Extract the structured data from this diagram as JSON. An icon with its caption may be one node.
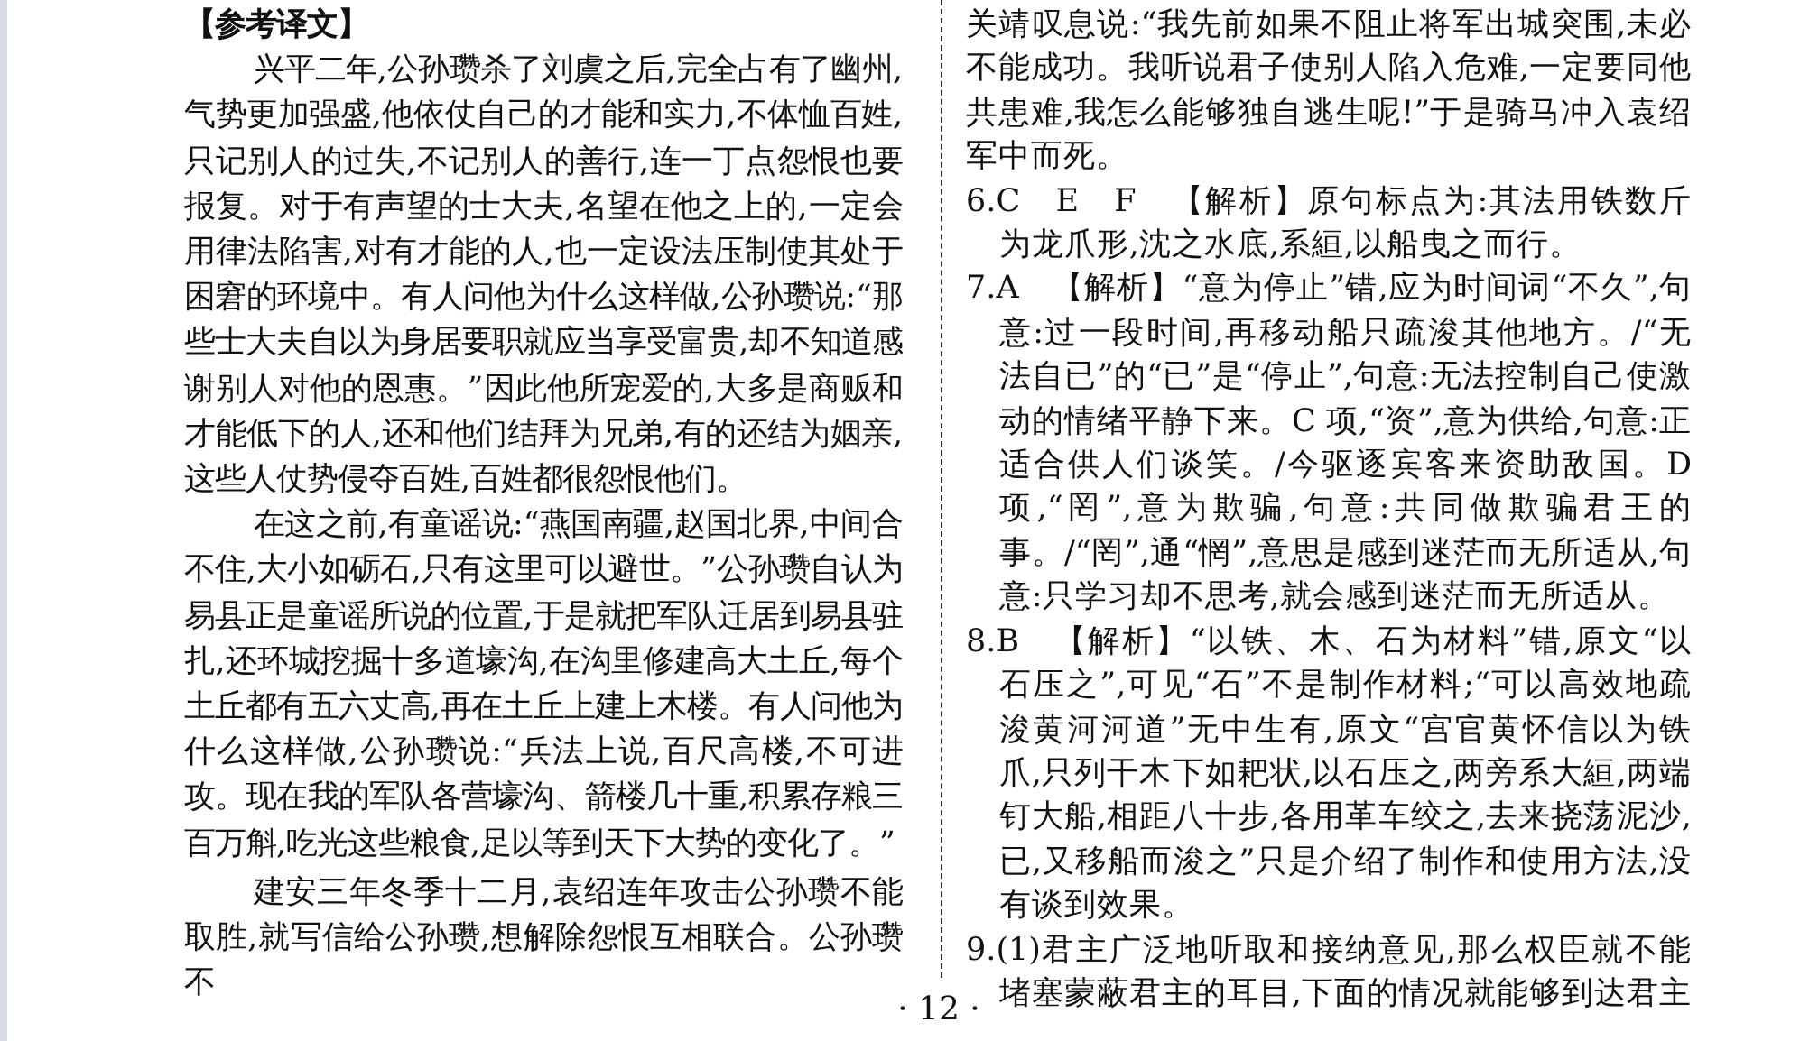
{
  "diagram": {
    "labels": [
      "【参考译文】",
      "兴平二年,公孙瓒杀了刘虞之后,完全占有了幽州,气势更加强盛,他依仗自己的才能和实力,不体恤百姓,只记别人的过失,不记别人的善行,连一丁点怨恨也要报复。对于有声望的士大夫,名望在他之上的,一定会用律法陷害,对有才能的人,也一定设法压制使其处于困窘的环境中。有人问他为什么这样做,公孙瓒说:“那些士大夫自以为身居要职就应当享受富贵,却不知道感谢别人对他的恩惠。”因此他所宠爱的,大多是商贩和才能低下的人,还和他们结拜为兄弟,有的还结为姻亲,这些人仗势侵夺百姓,百姓都很怨恨他们。",
      "在这之前,有童谣说:“燕国南疆,赵国北界,中间合不住,大小如砺石,只有这里可以避世。”公孙瓒自认为易县正是童谣所说的位置,于是就把军队迁居到易县驻扎,还环城挖掘十多道壕沟,在沟里修建高大土丘,每个土丘都有五六丈高,再在土丘上建上木楼。有人问他为什么这样做,公孙瓒说:“兵法上说,百尺高楼,不可进攻。现在我的军队各营壕沟、箭楼几十重,积累存粮三百万斛,吃光这些粮食,足以等到天下大势的变化了。”",
      "建安三年冬季十二月,袁绍连年攻击公孙瓒不能取胜,就写信给公孙瓒,想解除怨恨互相联合。公孙瓒不",
      "关靖叹息说:“我先前如果不阻止将军出城突围,未必不能成功。我听说君子使别人陷入危难,一定要同他共患难,我怎么能够独自逃生呢!”于是骑马冲入袁绍军中而死。",
      "6.C　E　F　【解析】原句标点为:其法用铁数斤为龙爪形,沈之水底,系絙,以船曳之而行。",
      "7.A　【解析】“意为停止”错,应为时间词“不久”,句意:过一段时间,再移动船只疏浚其他地方。/“无法自已”的“已”是“停止”,句意:无法控制自己使激动的情绪平静下来。C 项,“资”,意为供给,句意:正适合供人们谈笑。/今驱逐宾客来资助敌国。D 项,“罔”,意为欺骗,句意:共同做欺骗君王的事。/“罔”,通“惘”,意思是感到迷茫而无所适从,句意:只学习却不思考,就会感到迷茫而无所适从。",
      "8.B　【解析】“以铁、木、石为材料”错,原文“以石压之”,可见“石”不是制作材料;“可以高效地疏浚黄河河道”无中生有,原文“宫官黄怀信以为铁爪,只列干木下如耙状,以石压之,两旁系大絙,两端钉大船,相距八十步,各用革车绞之,去来挠荡泥沙,已,又移船而浚之”只是介绍了制作和使用方法,没有谈到效果。",
      "9.(1)君主广泛地听取和接纳意见,那么权臣就不能堵塞蒙蔽君主的耳目,下面的情况就能够到达君主",
      "· 12 ·"
    ]
  }
}
